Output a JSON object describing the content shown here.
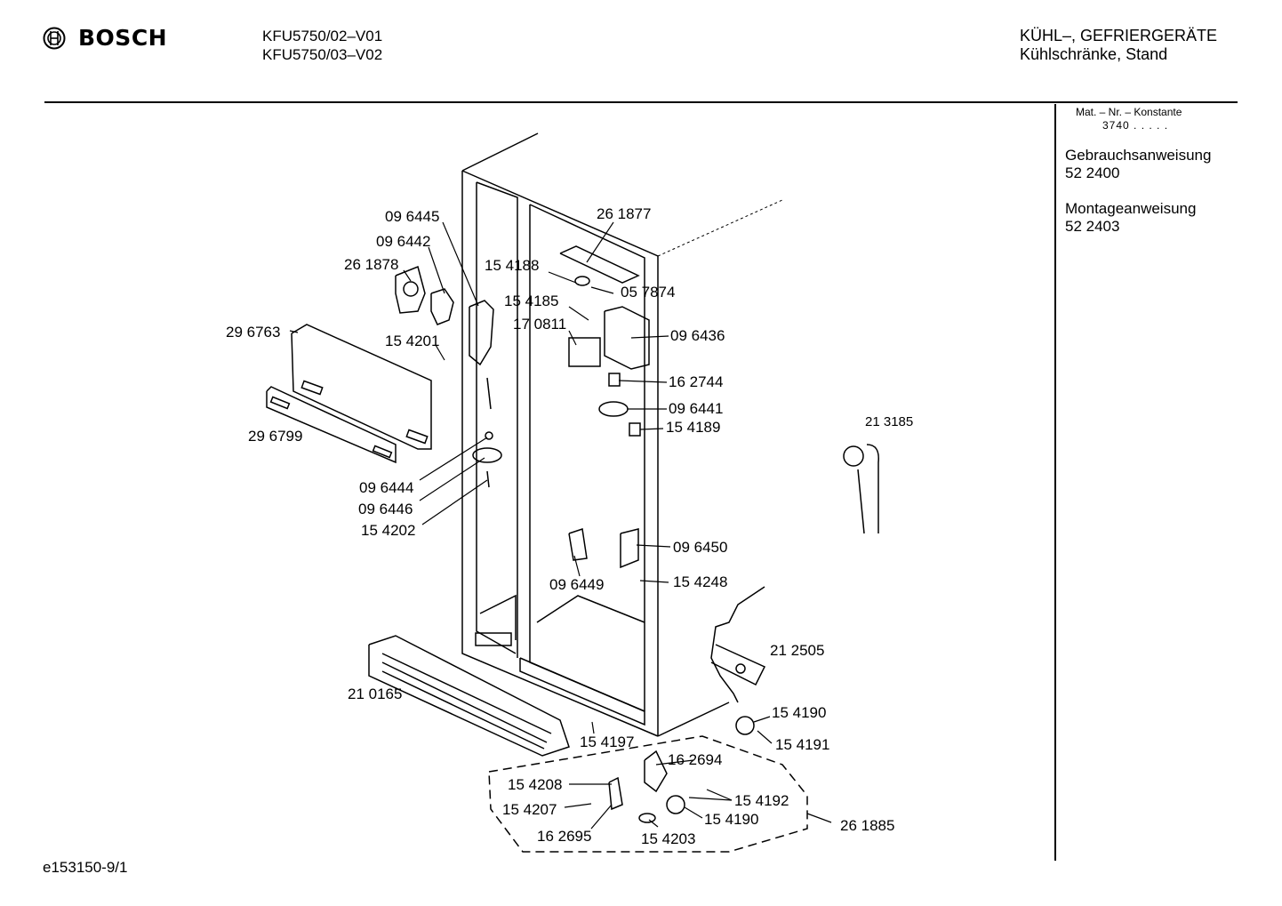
{
  "header": {
    "brand": "BOSCH",
    "models": [
      "KFU5750/02–V01",
      "KFU5750/03–V02"
    ],
    "category": [
      "KÜHL–, GEFRIERGERÄTE",
      "Kühlschränke, Stand"
    ]
  },
  "sidebar": {
    "mat_nr_label": "Mat. – Nr. – Konstante",
    "mat_nr_value": "3740 . . . . .",
    "docs": [
      {
        "title": "Gebrauchsanweisung",
        "number": "52 2400"
      },
      {
        "title": "Montageanweisung",
        "number": "52 2403"
      }
    ]
  },
  "footer": {
    "drawing_id": "e153150-9/1"
  },
  "parts": [
    "09 6445",
    "09 6442",
    "26 1878",
    "29 6763",
    "15 4201",
    "29 6799",
    "09 6444",
    "09 6446",
    "15 4202",
    "26 1877",
    "15 4188",
    "05 7874",
    "15 4185",
    "17 0811",
    "09 6436",
    "16 2744",
    "09 6441",
    "15 4189",
    "21 3185",
    "09 6450",
    "09 6449",
    "15 4248",
    "21 2505",
    "21 0165",
    "15 4190",
    "15 4191",
    "15 4197",
    "16 2694",
    "15 4208",
    "15 4192",
    "15 4207",
    "15 4190",
    "26 1885",
    "16 2695",
    "15 4203"
  ]
}
